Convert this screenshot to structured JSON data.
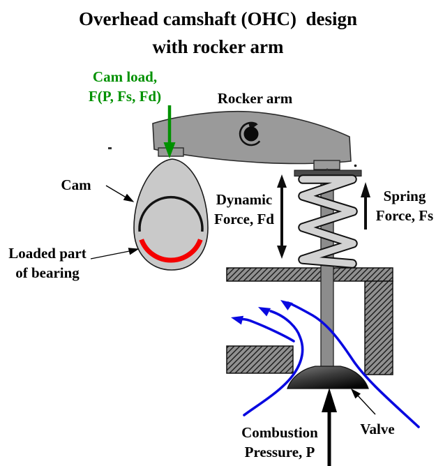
{
  "title": {
    "line1": "Overhead camshaft (OHC)  design",
    "line2": "with rocker arm"
  },
  "labels": {
    "cam_load": {
      "line1": "Cam load,",
      "line2": "F(P, Fs, Fd)"
    },
    "rocker_arm": "Rocker arm",
    "cam": "Cam",
    "loaded_part": {
      "line1": "Loaded part",
      "line2": "of bearing"
    },
    "dynamic_force": {
      "line1": "Dynamic",
      "line2": "Force, Fd"
    },
    "spring_force": {
      "line1": "Spring",
      "line2": "Force, Fs"
    },
    "combustion": {
      "line1": "Combustion",
      "line2": "Pressure, P"
    },
    "valve": "Valve"
  },
  "colors": {
    "cam_load_green": "#009100",
    "loaded_bearing_red": "#f40000",
    "flow_blue": "#0909e0",
    "rocker_gray": "#9a9a9a",
    "cam_gray": "#c9c9c9",
    "spring_coil_gray": "#d2d2d2",
    "retainer_dark_gray": "#4a4a4a",
    "stem_gray": "#8c8c8c",
    "hatch_gray": "#909090",
    "text_black": "#000000"
  }
}
